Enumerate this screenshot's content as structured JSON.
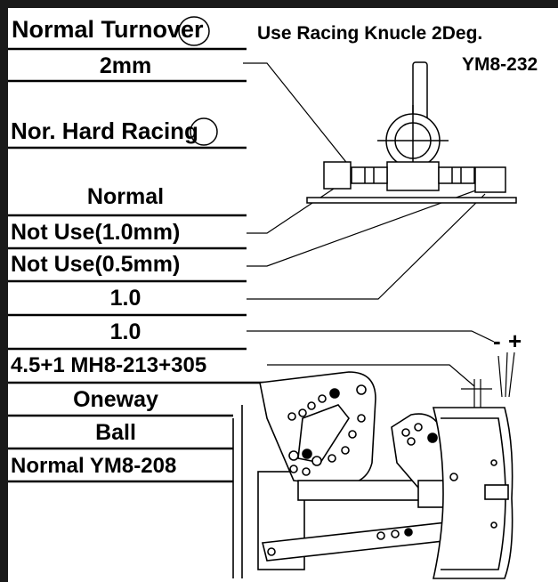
{
  "header": {
    "turnover": "Normal Turnover",
    "knuckle_note": "Use Racing Knucle 2Deg.",
    "knuckle_part": "YM8-232"
  },
  "settings": [
    {
      "key": "turnover_value",
      "value": "2mm"
    },
    {
      "key": "hardness",
      "value": "Nor. Hard Racing"
    },
    {
      "key": "setting_a",
      "value": "Normal"
    },
    {
      "key": "spacer_1",
      "value": "Not Use(1.0mm)"
    },
    {
      "key": "spacer_2",
      "value": "Not Use(0.5mm)"
    },
    {
      "key": "value_a",
      "value": "1.0"
    },
    {
      "key": "value_b",
      "value": "1.0"
    },
    {
      "key": "offset",
      "value": "4.5+1 MH8-213+305"
    },
    {
      "key": "diff",
      "value": "Oneway"
    },
    {
      "key": "joint",
      "value": "Ball"
    },
    {
      "key": "arm",
      "value": "Normal YM8-208"
    }
  ],
  "camber_marks": {
    "minus": "-",
    "plus": "+"
  },
  "colors": {
    "frame": "#1a1a1a",
    "ink": "#000000",
    "paper": "#ffffff"
  }
}
